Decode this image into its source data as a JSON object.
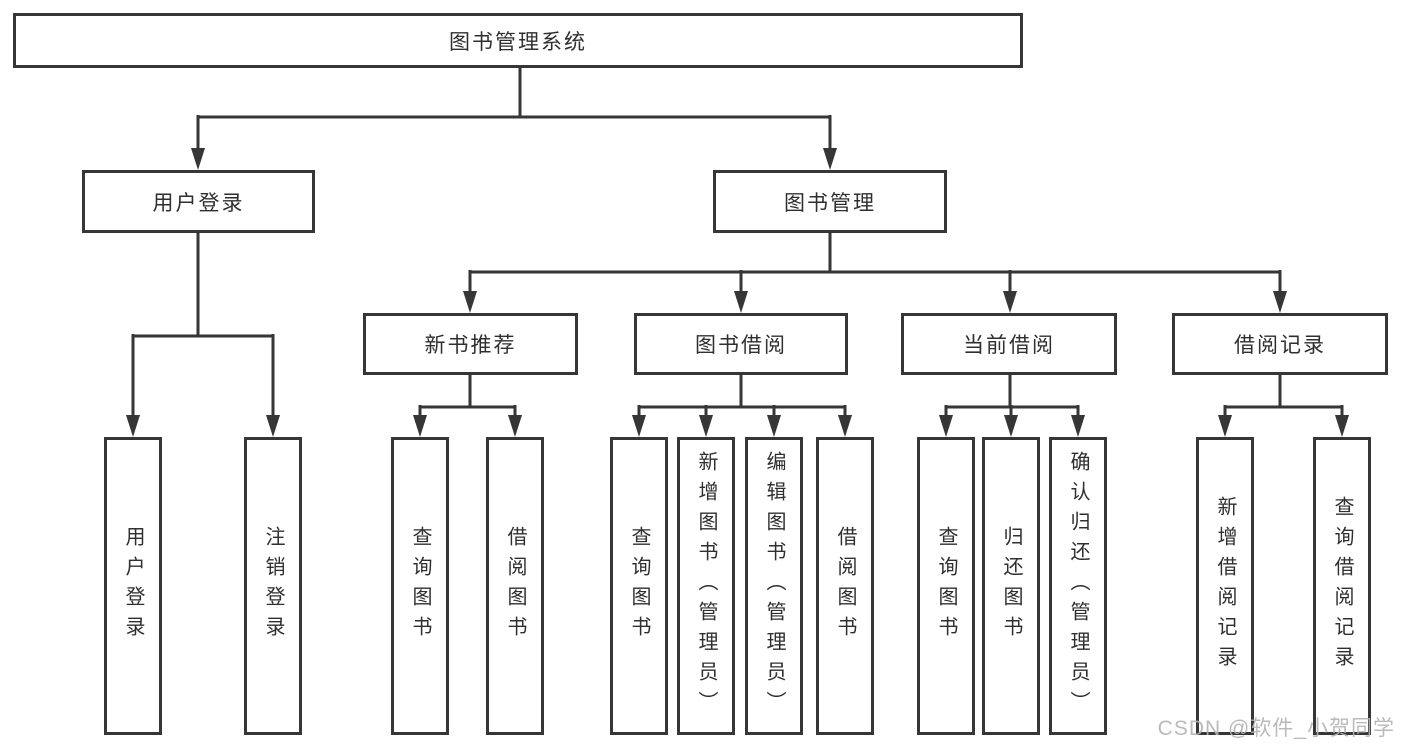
{
  "nodes": {
    "root": "图书管理系统",
    "level2": [
      "用户登录",
      "图书管理"
    ],
    "level3": [
      "新书推荐",
      "图书借阅",
      "当前借阅",
      "借阅记录"
    ],
    "leaves": [
      "用户登录",
      "注销登录",
      "查询图书",
      "借阅图书",
      "查询图书",
      "新增图书（管理员）",
      "编辑图书（管理员）",
      "借阅图书",
      "查询图书",
      "归还图书",
      "确认归还（管理员）",
      "新增借阅记录",
      "查询借阅记录"
    ]
  },
  "watermark": "CSDN @软件_小贺同学",
  "colors": {
    "line": "#363636",
    "box_border": "#363636",
    "box_fill": "#ffffff",
    "text": "#2f2f2f",
    "watermark": "#b2b2b2",
    "background": "#ffffff"
  }
}
